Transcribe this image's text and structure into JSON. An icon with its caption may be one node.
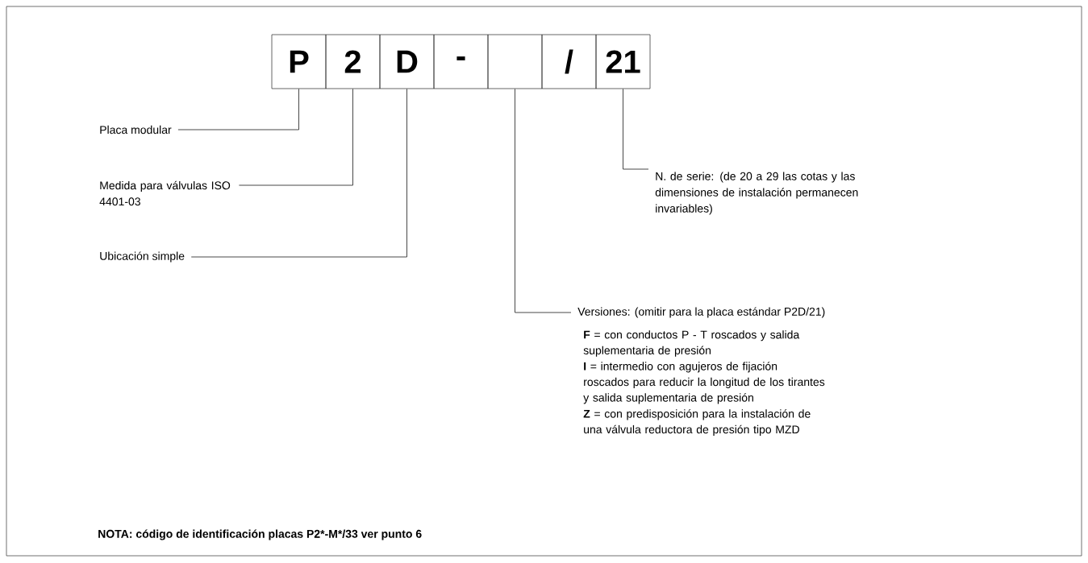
{
  "diagram": {
    "nodes": [
      {
        "text": [
          "P"
        ]
      },
      {
        "text": [
          "2"
        ]
      },
      {
        "text": [
          "D"
        ]
      },
      {
        "text": [
          "-"
        ]
      },
      {
        "text": [],
        "shape": "box"
      },
      {
        "text": [
          "/"
        ]
      },
      {
        "text": [
          "21"
        ]
      },
      {
        "text": [
          "Placa modular"
        ]
      },
      {
        "text": [
          "Medida para válvulas ISO 4401-03"
        ]
      },
      {
        "text": [
          "Ubicación simple"
        ]
      },
      {
        "text": [
          "N. de serie: (de 20 a 29 las cotas y las dimensiones de instalación permanecen invariables)"
        ]
      },
      {
        "text": [
          "Versiones: (omitir para la placa estándar P2D/21)"
        ]
      }
    ],
    "edges": [
      {
        "from": 7,
        "to": 0,
        "arrow": "none"
      },
      {
        "from": 8,
        "to": 1,
        "arrow": "none"
      },
      {
        "from": 9,
        "to": 2,
        "arrow": "none"
      },
      {
        "from": 10,
        "to": 6,
        "arrow": "none"
      },
      {
        "from": 11,
        "to": 4,
        "arrow": "none"
      }
    ],
    "labels": [
      "**F** = con conductos P - T roscados y salida suplementaria de presión",
      "**I** = intermedio con agujeros de fijación roscados para reducir la longitud de los tirantes y salida suplementaria de presión",
      "**Z** = con predisposición para la instalación de una válvula reductora de presión tipo MZD",
      "NOTA: código de identificación placas P2*-M*/33 ver punto 6"
    ]
  }
}
